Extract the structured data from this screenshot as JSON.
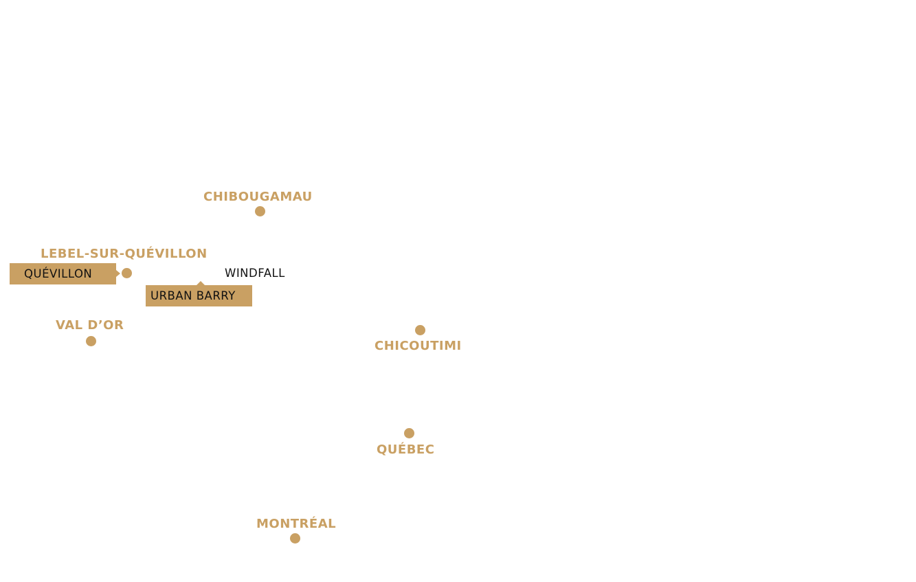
{
  "colors": {
    "city": "#c9a063",
    "tag_background": "#c9a063",
    "tag_text": "#111111"
  },
  "cities": {
    "chibougamau": "CHIBOUGAMAU",
    "lebel": "LEBEL-SUR-QUÉVILLON",
    "valdor": "VAL D’OR",
    "chicoutimi": "CHICOUTIMI",
    "quebec": "QUÉBEC",
    "montreal": "MONTRÉAL"
  },
  "projects": {
    "quevillon": "QUÉVILLON",
    "urban_barry": "URBAN BARRY",
    "windfall": "WINDFALL"
  }
}
